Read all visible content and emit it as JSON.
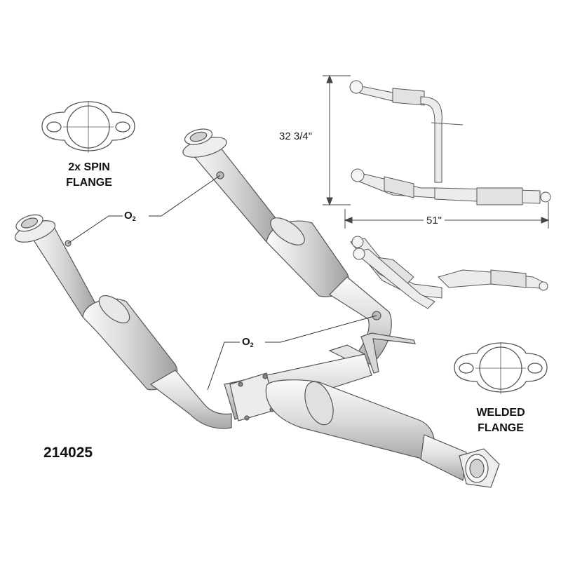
{
  "labels": {
    "spin_flange": {
      "line1": "2x SPIN",
      "line2": "FLANGE"
    },
    "welded_flange": {
      "line1": "WELDED",
      "line2": "FLANGE"
    },
    "part_number": "214025",
    "o2_sensor": "O",
    "o2_subscript": "2",
    "dim_height": "32 3/4\"",
    "dim_width": "51\""
  },
  "colors": {
    "line": "#555555",
    "metal_light": "#f2f2f2",
    "metal_mid": "#c9c9c9",
    "metal_dark": "#9a9a9a"
  }
}
